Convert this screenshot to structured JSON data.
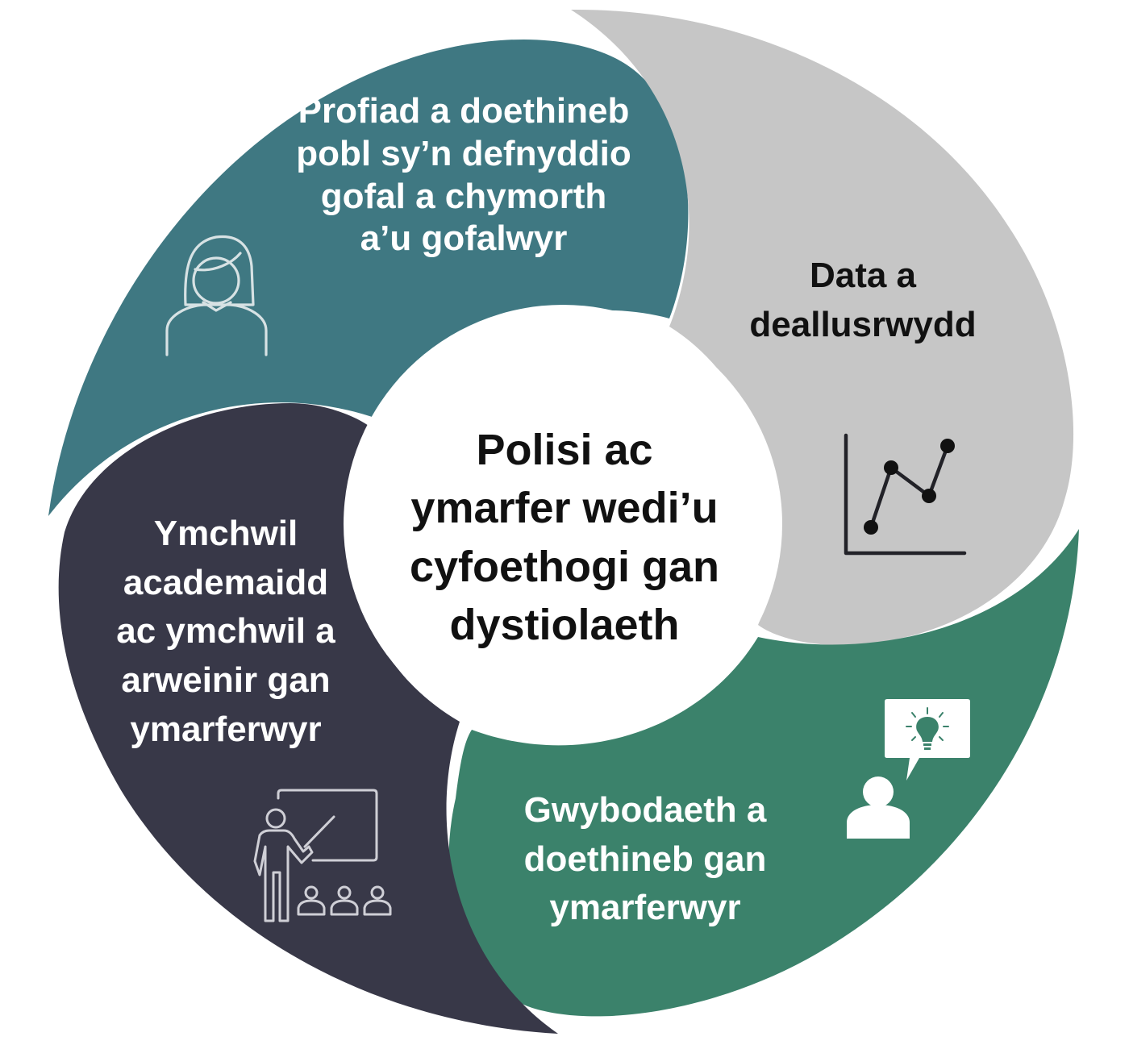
{
  "colors": {
    "teal": "#3f7882",
    "gray": "#c6c6c6",
    "green": "#3b826b",
    "navy": "#383848",
    "center": "#ffffff",
    "light_text": "#ffffff",
    "dark_text": "#111111"
  },
  "center": {
    "lines": [
      "Polisi ac",
      "ymarfer wedi’u",
      "cyfoethogi gan",
      "dystiolaeth"
    ]
  },
  "segments": [
    {
      "id": "lived-experience",
      "color": "teal",
      "icon": "woman-person-icon",
      "lines": [
        "Profiad a doethineb",
        "pobl sy’n defnyddio",
        "gofal a chymorth",
        "a’u gofalwyr"
      ]
    },
    {
      "id": "data",
      "color": "gray",
      "icon": "line-chart-icon",
      "lines": [
        "Data a",
        "deallusrwydd"
      ]
    },
    {
      "id": "practitioner-knowledge",
      "color": "green",
      "icon": "person-idea-speech-bubble-icon",
      "lines": [
        "Gwybodaeth a",
        "doethineb gan",
        "ymarferwyr"
      ]
    },
    {
      "id": "research",
      "color": "navy",
      "icon": "teacher-presentation-icon",
      "lines": [
        "Ymchwil",
        "academaidd",
        "ac ymchwil a",
        "arweinir gan",
        "ymarferwyr"
      ]
    }
  ]
}
